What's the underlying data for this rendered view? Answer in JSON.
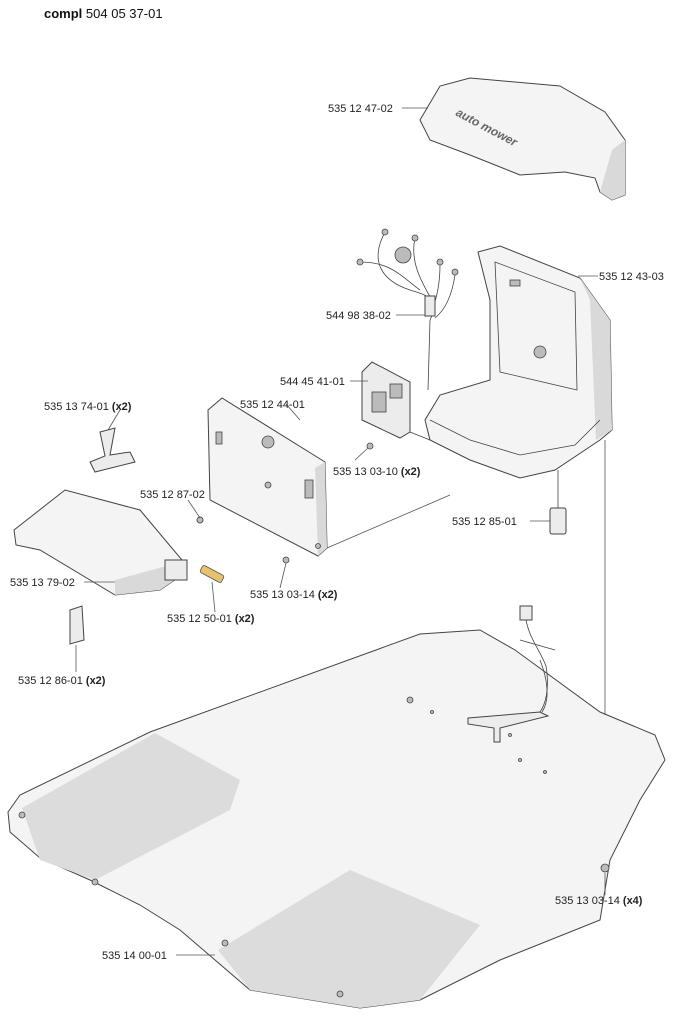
{
  "title": {
    "prefix": "compl",
    "number": "504 05 37-01"
  },
  "cover_brand": "auto mower",
  "parts": [
    {
      "id": "p-cover",
      "number": "535 12 47-02",
      "qty": ""
    },
    {
      "id": "p-chassis",
      "number": "535 12 43-03",
      "qty": ""
    },
    {
      "id": "p-cable",
      "number": "544 98 38-02",
      "qty": ""
    },
    {
      "id": "p-pcb",
      "number": "544 45 41-01",
      "qty": ""
    },
    {
      "id": "p-bracket",
      "number": "535 13 74-01",
      "qty": "(x2)"
    },
    {
      "id": "p-plate",
      "number": "535 12 44-01",
      "qty": ""
    },
    {
      "id": "p-screw-a",
      "number": "535 13 03-10",
      "qty": "(x2)"
    },
    {
      "id": "p-pin",
      "number": "535 12 87-02",
      "qty": ""
    },
    {
      "id": "p-plug",
      "number": "535 12 85-01",
      "qty": ""
    },
    {
      "id": "p-guide",
      "number": "535 13 79-02",
      "qty": ""
    },
    {
      "id": "p-screw-b",
      "number": "535 13 03-14",
      "qty": "(x2)"
    },
    {
      "id": "p-rod",
      "number": "535 12 50-01",
      "qty": "(x2)"
    },
    {
      "id": "p-clip",
      "number": "535 12 86-01",
      "qty": "(x2)"
    },
    {
      "id": "p-screw-c",
      "number": "535 13 03-14",
      "qty": "(x4)"
    },
    {
      "id": "p-base",
      "number": "535 14 00-01",
      "qty": ""
    }
  ]
}
